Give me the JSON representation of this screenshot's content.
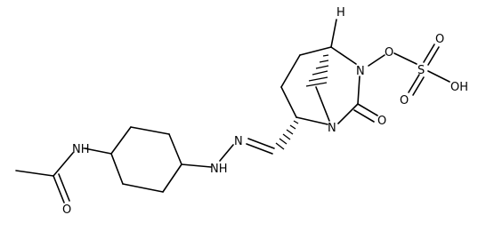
{
  "atoms": {
    "h_top": "H",
    "n_ring": "N",
    "o_link": "O",
    "s": "S",
    "o_top": "O",
    "o_bottom": "O",
    "oh": "OH",
    "n_bridge": "N",
    "o_carbonyl": "O",
    "n_imine": "N",
    "nh_hydrazine": "NH",
    "nh_amide": "NH",
    "o_amide": "O"
  }
}
